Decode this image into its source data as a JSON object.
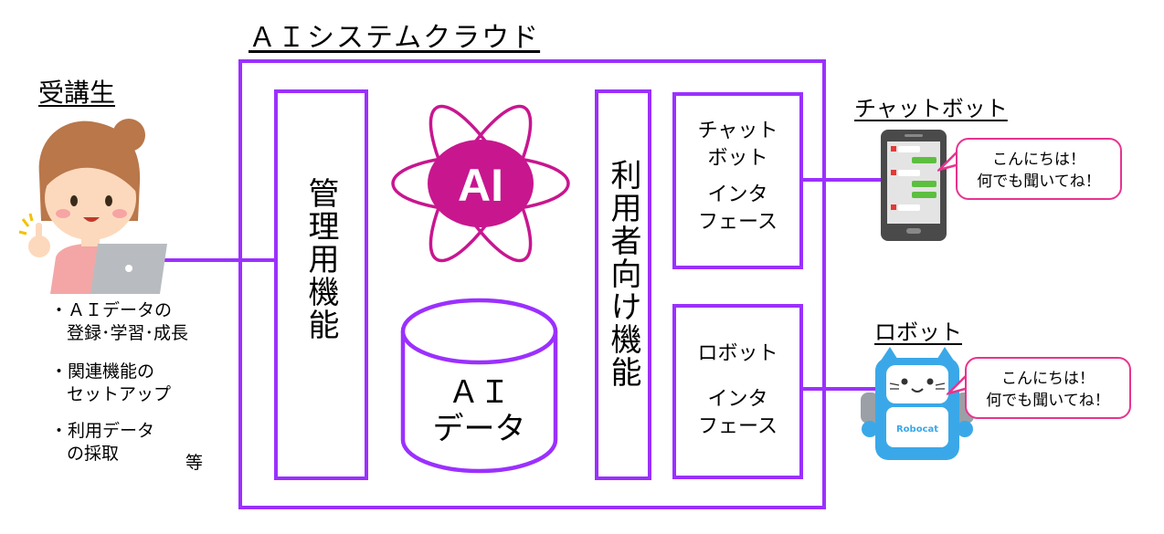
{
  "cloud": {
    "title": "ＡＩシステムクラウド"
  },
  "management": {
    "label": "管理用機能"
  },
  "user_functions": {
    "label": "利用者向け機能"
  },
  "ai_logo": {
    "text": "AI"
  },
  "ai_data": {
    "line1": "ＡＩ",
    "line2": "データ"
  },
  "chatbot_interface": {
    "line1": "チャット",
    "line2": "ボット",
    "line3": "インタ",
    "line4": "フェース"
  },
  "robot_interface": {
    "line1": "ロボット",
    "line2": "インタ",
    "line3": "フェース"
  },
  "student": {
    "title": "受講生",
    "bullets": [
      {
        "line1": "・ＡＩデータの",
        "line2": "登録･学習･成長"
      },
      {
        "line1": "・関連機能の",
        "line2": "セットアップ"
      },
      {
        "line1": "・利用データ",
        "line2": "の採取"
      }
    ],
    "etc": "等"
  },
  "chatbot": {
    "title": "チャットボット",
    "bubble_line1": "こんにちは！",
    "bubble_line2": "何でも聞いてね！"
  },
  "robot": {
    "title": "ロボット",
    "bubble_line1": "こんにちは！",
    "bubble_line2": "何でも聞いてね！",
    "body_text": "Robocat"
  },
  "colors": {
    "frame": "#9b30ff",
    "ai_accent": "#c8168f",
    "bubble_border": "#e8338f",
    "robot_blue": "#3aa8e8"
  }
}
